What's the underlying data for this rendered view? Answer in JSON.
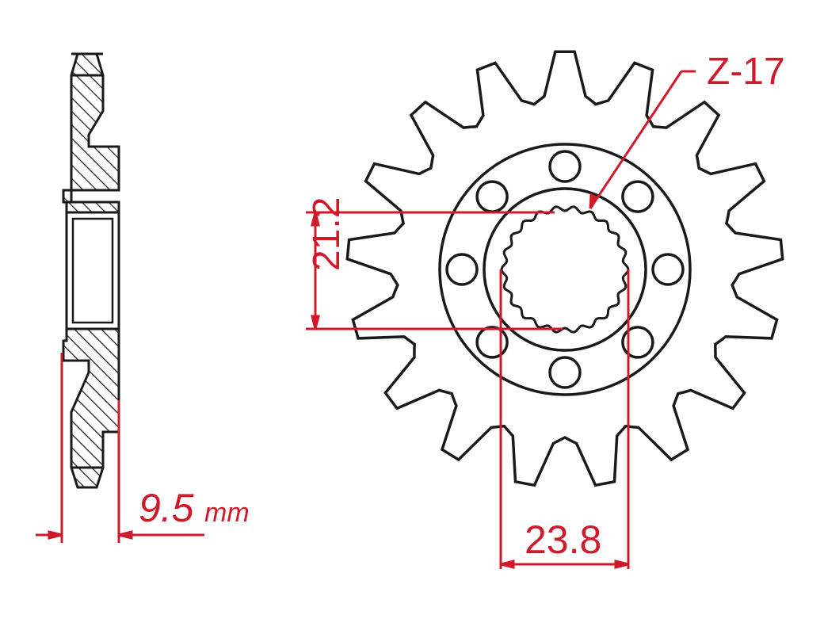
{
  "diagram": {
    "title": "Front sprocket technical drawing",
    "colors": {
      "outline": "#1a1a1a",
      "dimension": "#d0192b",
      "background": "#ffffff"
    },
    "side_view": {
      "thickness_value": "9.5",
      "thickness_unit": "mm"
    },
    "front_view": {
      "teeth_label": "Z-17",
      "teeth_count": 17,
      "spline_inner_diameter": "21.2",
      "spline_outer_diameter": "23.8",
      "bolt_holes": 8
    }
  }
}
